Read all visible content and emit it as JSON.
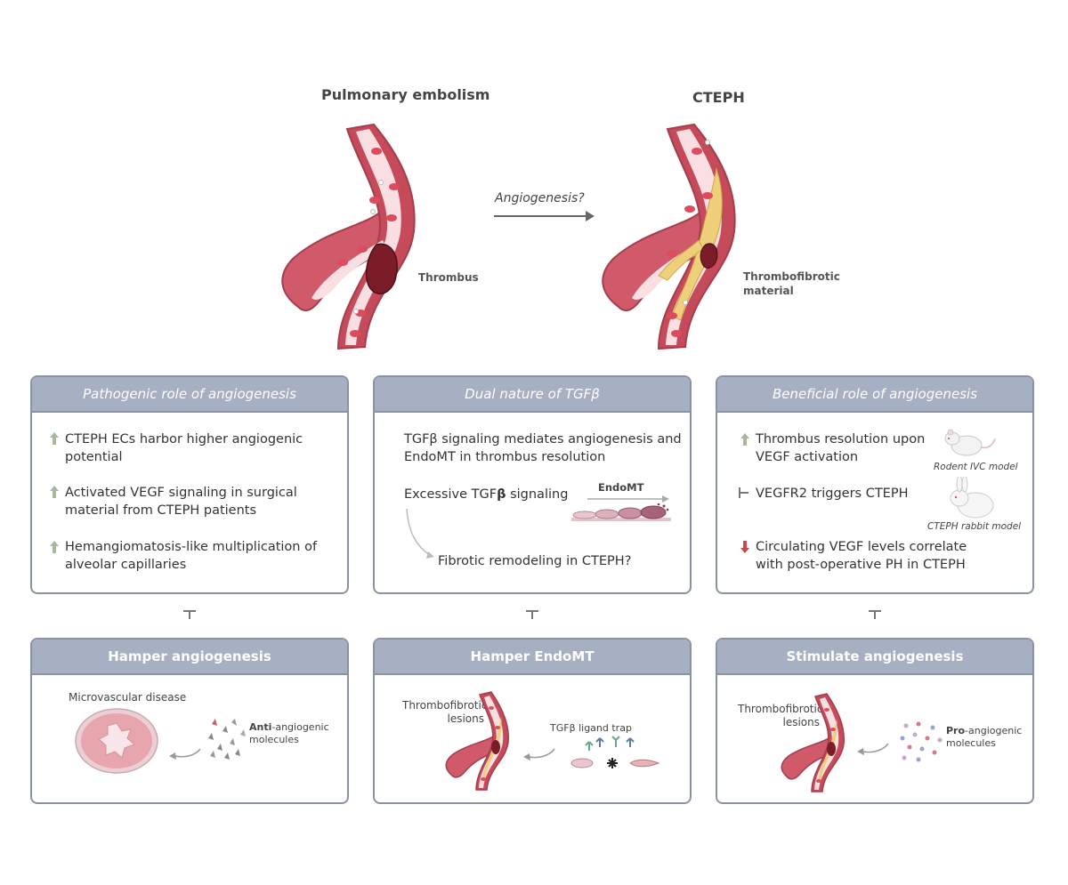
{
  "top": {
    "left_title": "Pulmonary embolism",
    "right_title": "CTEPH",
    "arrow_label": "Angiogenesis?",
    "thrombus_label": "Thrombus",
    "thrombofibrotic_label_line1": "Thrombofibrotic",
    "thrombofibrotic_label_line2": "material"
  },
  "panels": [
    {
      "header": "Pathogenic role of angiogenesis",
      "items": [
        {
          "icon": "up-arrow-icon",
          "line1": "CTEPH ECs harbor higher angiogenic",
          "line2": "potential"
        },
        {
          "icon": "up-arrow-icon",
          "line1": "Activated VEGF signaling in surgical",
          "line2": "material from CTEPH patients"
        },
        {
          "icon": "up-arrow-icon",
          "line1": "Hemangiomatosis-like multiplication of",
          "line2": "alveolar capillaries"
        }
      ]
    },
    {
      "header": "Dual nature of TGFβ",
      "line1": "TGFβ signaling mediates angiogenesis and",
      "line2": "EndoMT in thrombus resolution",
      "excessive_prefix": "Excessive TGF",
      "excessive_beta": "β",
      "excessive_suffix": " signaling",
      "endomt_label": "EndoMT",
      "fibrotic": "Fibrotic remodeling in CTEPH?"
    },
    {
      "header": "Beneficial role of angiogenesis",
      "items": [
        {
          "icon": "up-arrow-icon",
          "line1": "Thrombus resolution upon",
          "line2": "VEGF activation"
        },
        {
          "icon": "inhibit-icon",
          "line1": "VEGFR2 triggers CTEPH",
          "line2": ""
        },
        {
          "icon": "down-arrow-icon",
          "line1": "Circulating VEGF levels correlate",
          "line2": "with post-operative PH in CTEPH"
        }
      ],
      "rodent_caption": "Rodent IVC model",
      "rabbit_caption": "CTEPH rabbit model"
    }
  ],
  "bottom": [
    {
      "header": "Hamper angiogenesis",
      "title": "Microvascular disease",
      "mol_bold": "Anti",
      "mol_rest1": "-angiogenic",
      "mol_rest2": "molecules"
    },
    {
      "header": "Hamper EndoMT",
      "lesion1": "Thrombofibrotic",
      "lesion2": "lesions",
      "trap": "TGFβ ligand trap"
    },
    {
      "header": "Stimulate angiogenesis",
      "lesion1": "Thrombofibrotic",
      "lesion2": "lesions",
      "mol_bold": "Pro",
      "mol_rest1": "-angiogenic",
      "mol_rest2": "molecules"
    }
  ],
  "colors": {
    "vessel_wall": "#c54a5a",
    "vessel_lumen": "#f9dfe2",
    "rbc": "#dc4c5c",
    "thrombus": "#7a1d28",
    "fibrotic": "#f0cf7a",
    "header_bg": "#a7afc3",
    "border": "#8a93a6",
    "up_arrow": "#a9b79a",
    "down_arrow": "#c9454f"
  }
}
